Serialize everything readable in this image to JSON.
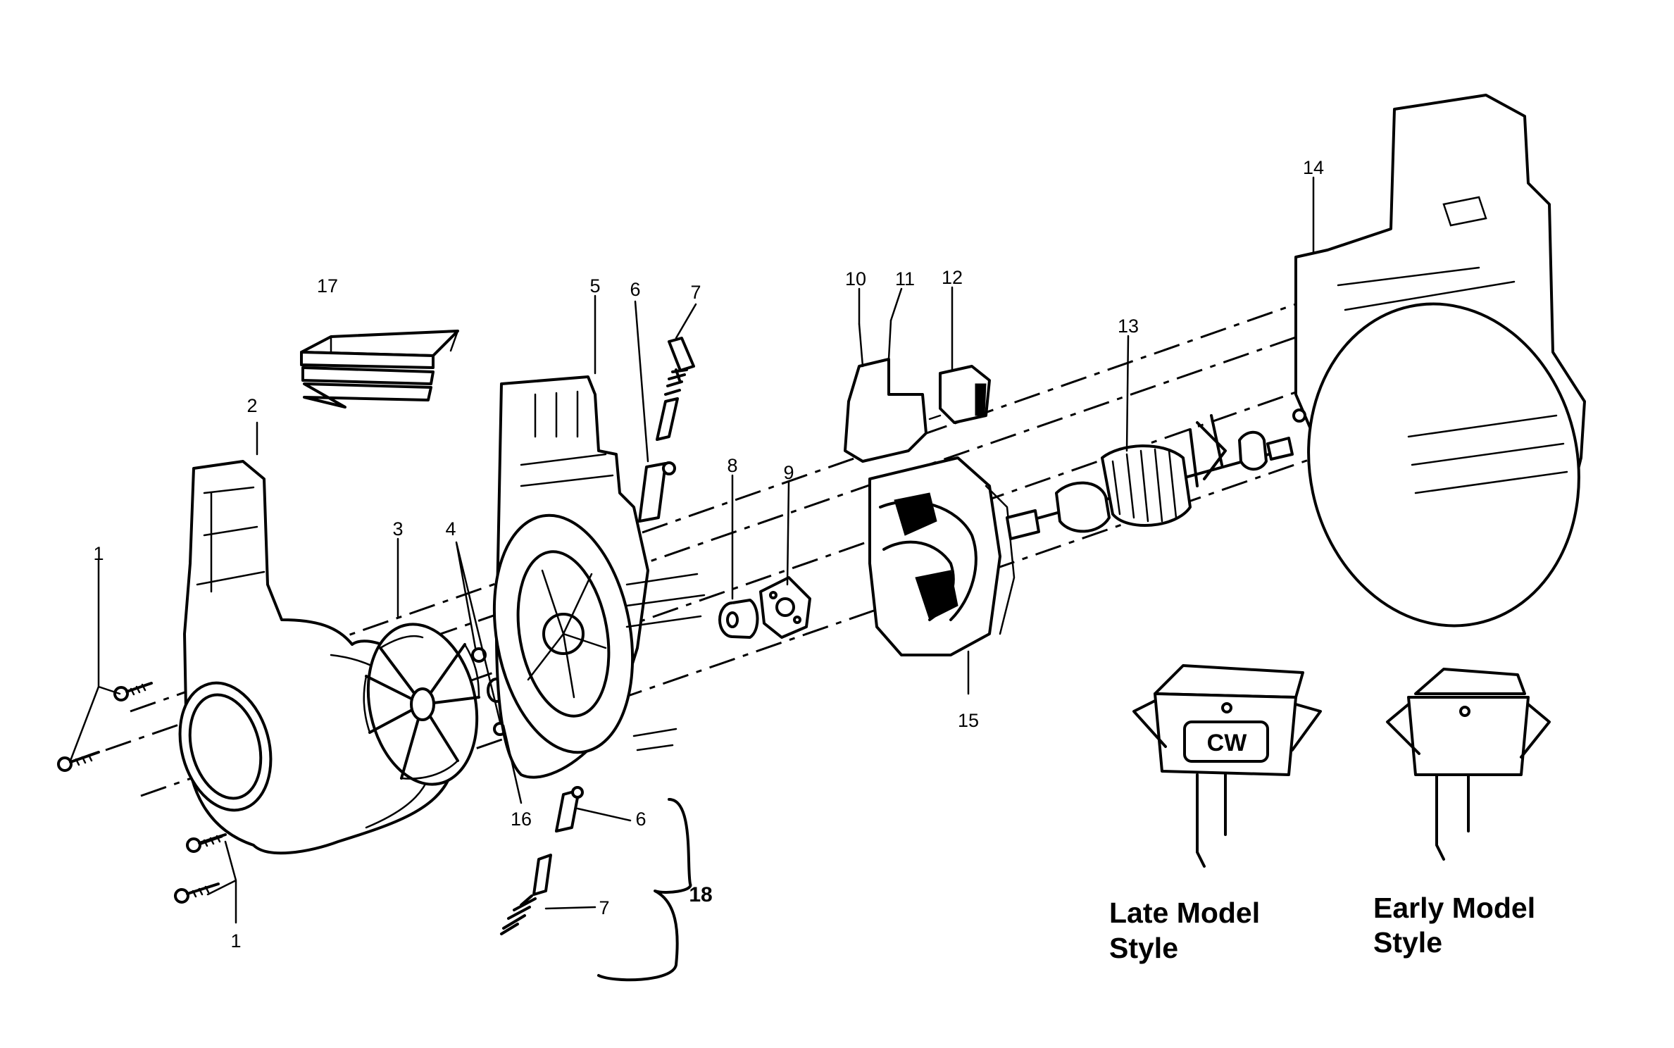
{
  "callouts": {
    "c1a": "1",
    "c1b": "1",
    "c2": "2",
    "c3": "3",
    "c4": "4",
    "c5": "5",
    "c6a": "6",
    "c6b": "6",
    "c7a": "7",
    "c7b": "7",
    "c8": "8",
    "c9": "9",
    "c10": "10",
    "c11": "11",
    "c12": "12",
    "c13": "13",
    "c14": "14",
    "c15": "15",
    "c16": "16",
    "c17": "17",
    "c18": "18"
  },
  "switch_styles": {
    "late_line1": "Late Model",
    "late_line2": "Style",
    "late_marking": "CW",
    "early_line1": "Early Model",
    "early_line2": "Style"
  }
}
